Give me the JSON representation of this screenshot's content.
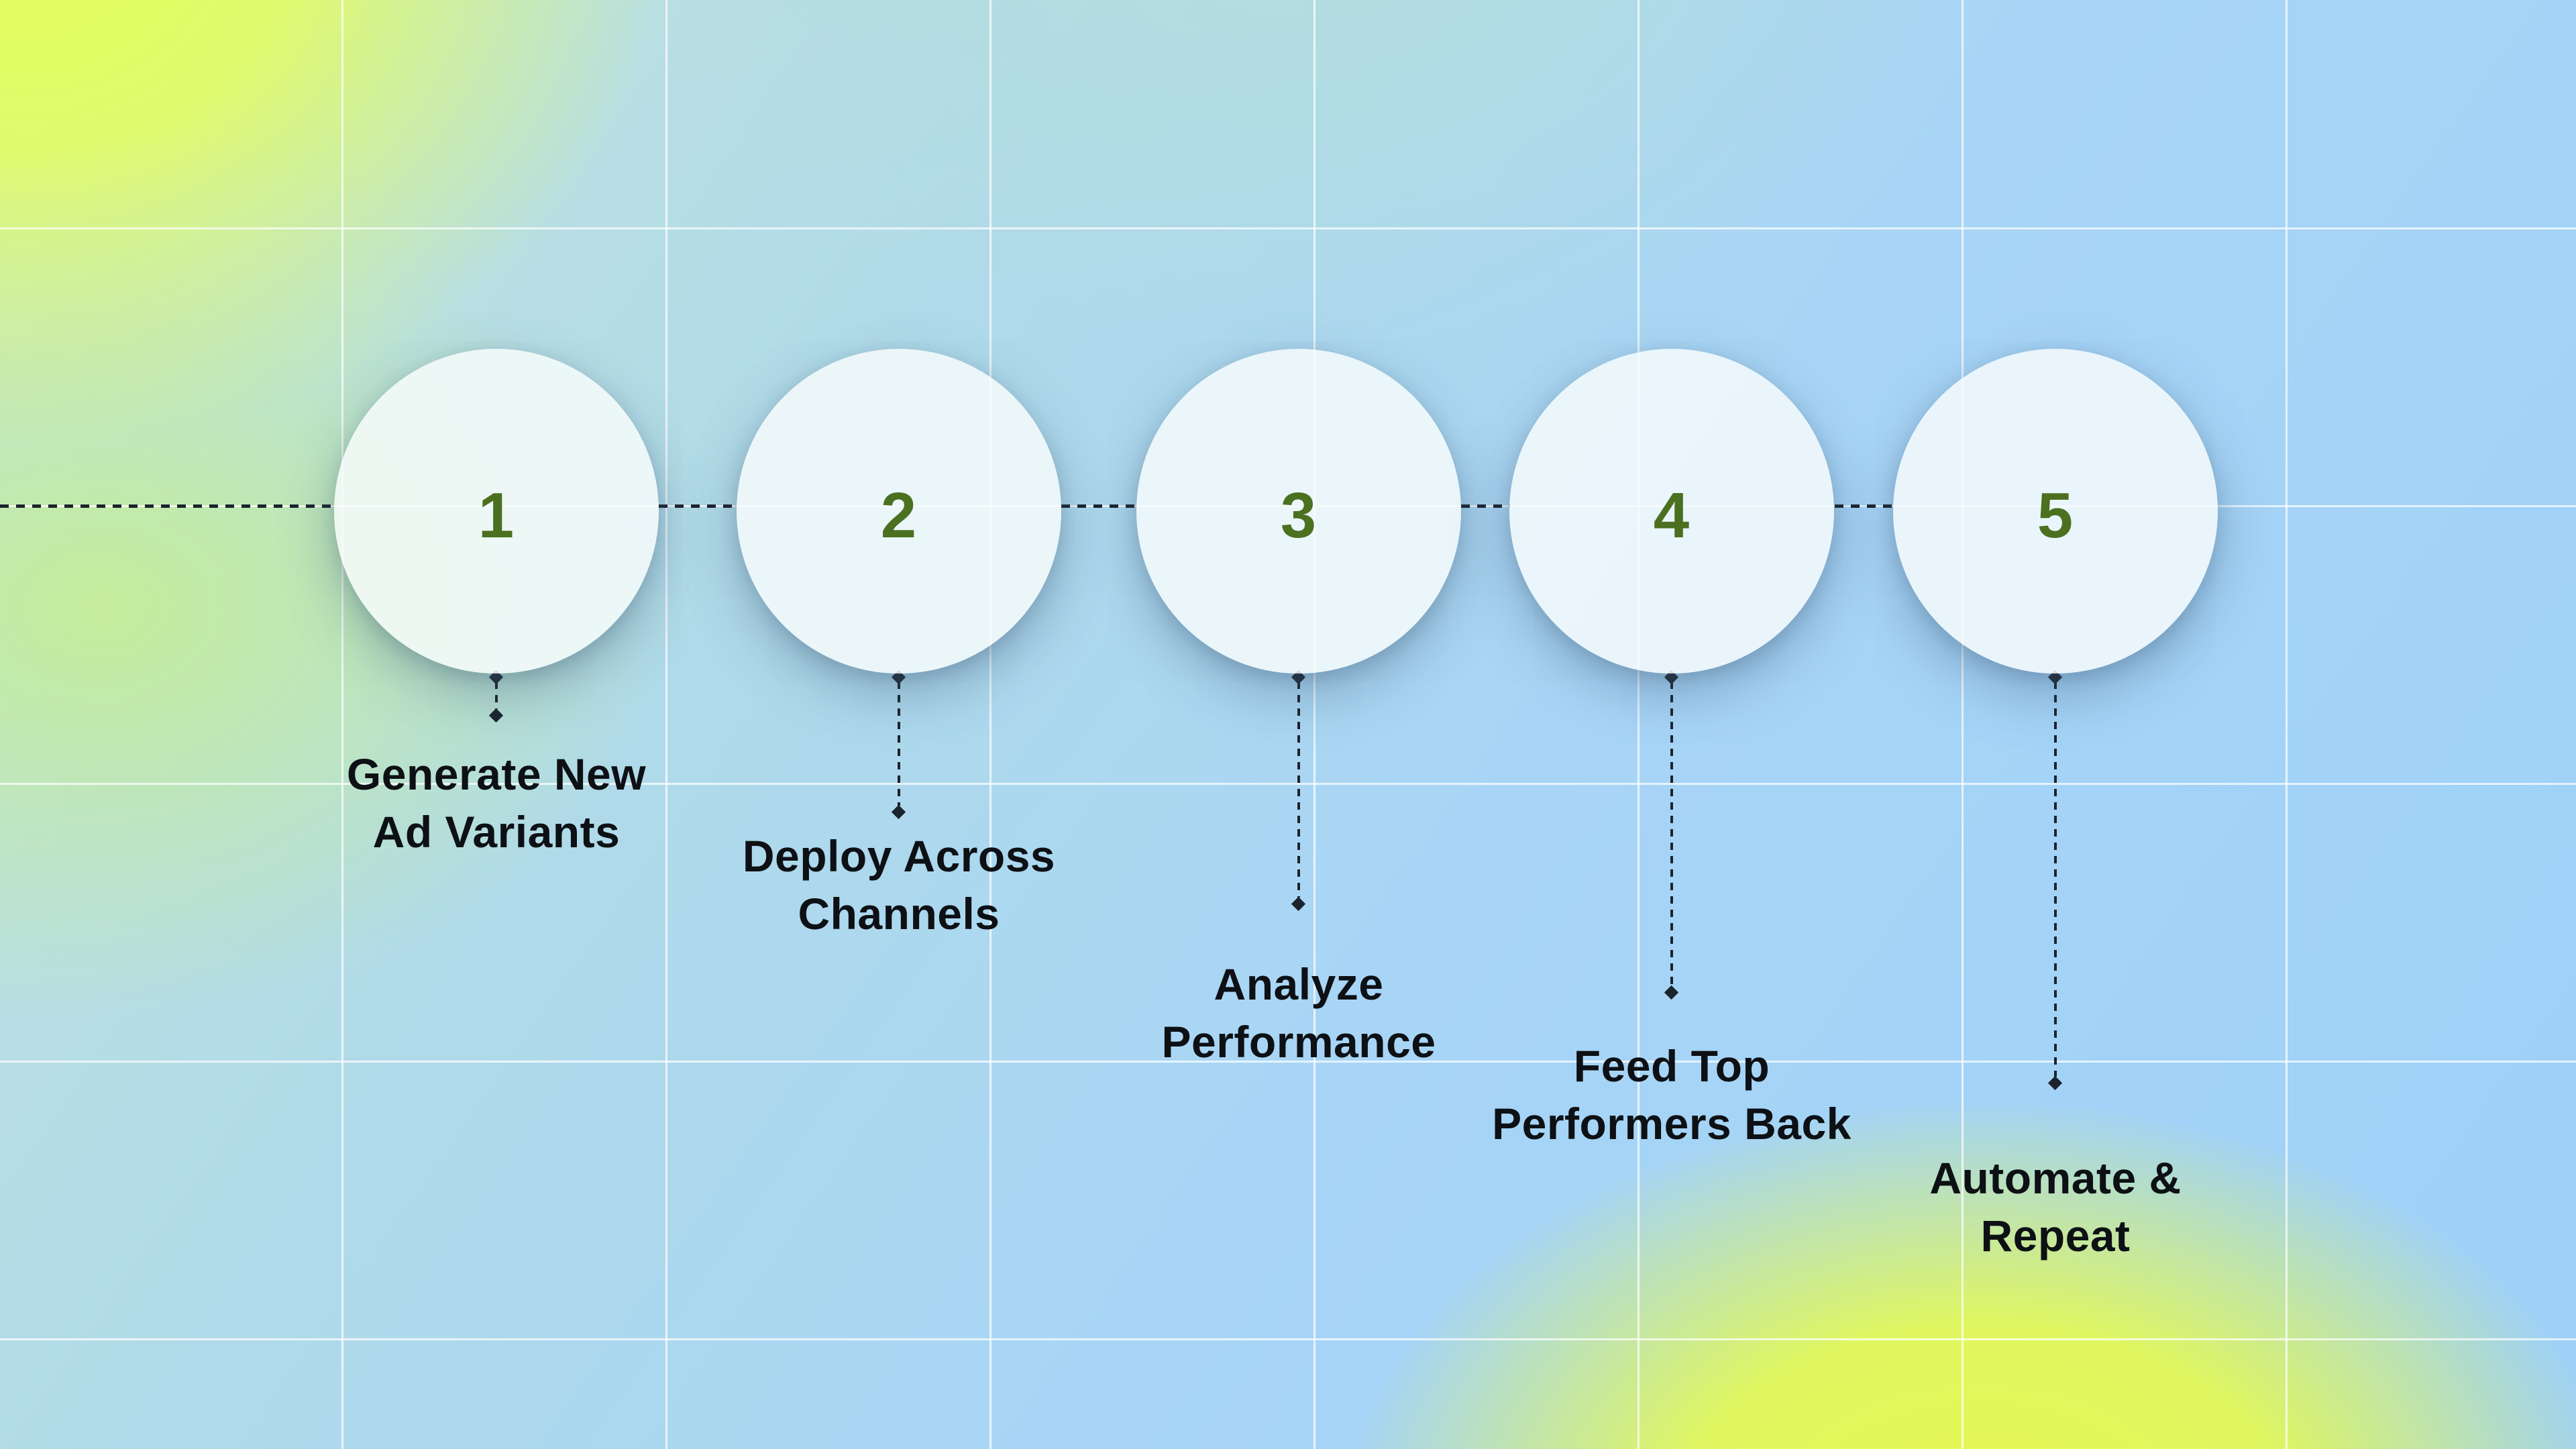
{
  "figure": {
    "type": "process-flow-timeline",
    "orientation": "horizontal",
    "step_count": 5
  },
  "steps": [
    {
      "number": "1",
      "label_line1": "Generate New",
      "label_line2": "Ad Variants"
    },
    {
      "number": "2",
      "label_line1": "Deploy Across",
      "label_line2": "Channels"
    },
    {
      "number": "3",
      "label_line1": "Analyze",
      "label_line2": "Performance"
    },
    {
      "number": "4",
      "label_line1": "Feed Top",
      "label_line2": "Performers Back"
    },
    {
      "number": "5",
      "label_line1": "Automate &",
      "label_line2": "Repeat"
    }
  ],
  "colors": {
    "accent": "#4b7020",
    "label": "#0d1014",
    "dash": "#1b232c",
    "grid": "#ffffff",
    "bg_yellow_top_left": "#e5fe5a",
    "bg_green_mid_left": "#c5ed96",
    "bg_teal_top_middle": "#b4dedd",
    "bg_blue_top_right": "#aad6fb",
    "bg_blue_bottom_left": "#a9d6f8",
    "bg_yellow_bottom_center": "#e6fa50",
    "bg_blue_bottom_right": "#97ccf8"
  }
}
